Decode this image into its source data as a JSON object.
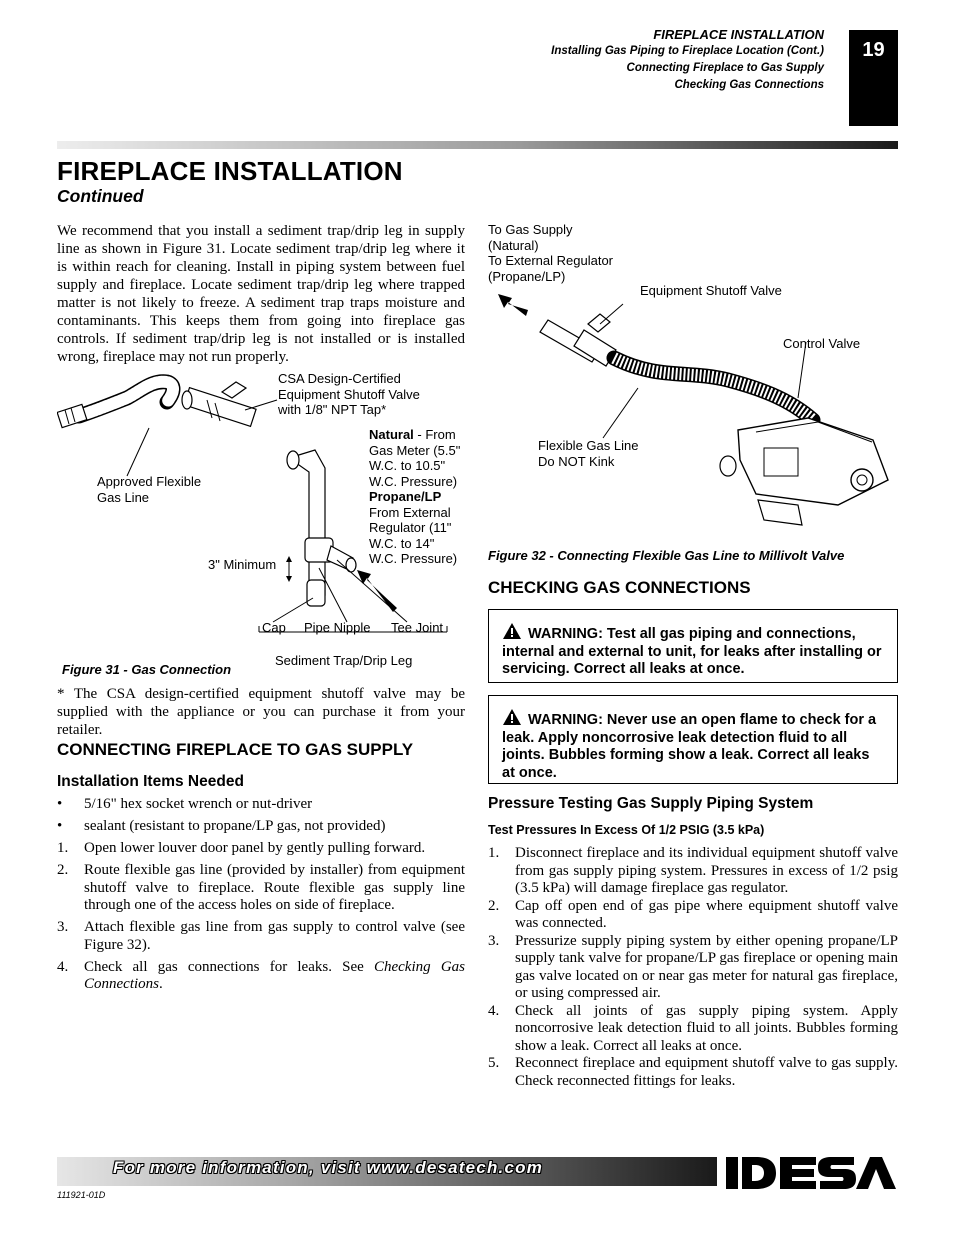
{
  "header": {
    "section": "FIREPLACE INSTALLATION",
    "line1": "Installing Gas Piping to Fireplace Location  (Cont.)",
    "line2": "Connecting Fireplace to Gas Supply",
    "line3": "Checking Gas Connections",
    "page_number": "19"
  },
  "title": "FIREPLACE INSTALLATION",
  "subtitle": "Continued",
  "intro": "We recommend that you install a sediment trap/drip leg in supply line as shown in Figure 31. Locate sediment trap/drip leg where it is within reach for cleaning. Install in piping system between fuel supply and fireplace. Locate sediment trap/drip leg where trapped matter is not likely to freeze. A sediment trap traps moisture and contaminants. This keeps them from going into fireplace gas controls. If sediment trap/drip leg is not installed or is installed wrong, fireplace may not run properly.",
  "figure31": {
    "label_valve_1": "CSA Design-Certified",
    "label_valve_2": "Equipment Shutoff Valve",
    "label_valve_3": "with 1/8\" NPT Tap*",
    "natural_bold": "Natural",
    "natural_1": " - From",
    "natural_2": "Gas Meter (5.5\"",
    "natural_3": "W.C. to 10.5\"",
    "natural_4": "W.C. Pressure)",
    "propane_bold": "Propane/LP",
    "propane_1": "From External",
    "propane_2": "Regulator (11\"",
    "propane_3": "W.C. to 14\"",
    "propane_4": "W.C. Pressure)",
    "flex_1": "Approved Flexible",
    "flex_2": "Gas Line",
    "minimum": "3\" Minimum",
    "cap": "Cap",
    "pipe_nipple": "Pipe Nipple",
    "tee_joint": "Tee Joint",
    "sediment": "Sediment Trap/Drip Leg",
    "caption": "Figure 31 - Gas Connection"
  },
  "footnote": "* The CSA design-certified equipment shutoff valve may be supplied with the appliance or you can purchase it from your retailer.",
  "section_connecting": "CONNECTING FIREPLACE TO GAS SUPPLY",
  "installation_items_heading": "Installation Items Needed",
  "installation_items": [
    {
      "marker": "•",
      "text": "5/16\" hex socket wrench or nut-driver"
    },
    {
      "marker": "•",
      "text": "sealant (resistant to propane/LP gas, not provided)"
    },
    {
      "marker": "1.",
      "text": "Open lower louver door panel by gently pulling forward."
    },
    {
      "marker": "2.",
      "text": "Route flexible gas line (provided by installer) from equipment shutoff valve to fireplace. Route flexible gas supply line through one of the access holes on side of fireplace."
    },
    {
      "marker": "3.",
      "text": "Attach flexible gas line from gas supply to control valve (see Figure 32)."
    },
    {
      "marker": "4.",
      "text": "Check all gas connections for leaks. See ",
      "italic": "Checking Gas Connections",
      "after": "."
    }
  ],
  "figure32": {
    "supply_1": "To Gas Supply",
    "supply_2": "(Natural)",
    "supply_3": "To External Regulator",
    "supply_4": "(Propane/LP)",
    "shutoff": "Equipment Shutoff Valve",
    "control": "Control Valve",
    "flex_1": "Flexible Gas Line",
    "flex_2": "Do NOT Kink",
    "caption": "Figure 32 - Connecting Flexible Gas Line to Millivolt Valve"
  },
  "section_checking": "CHECKING GAS CONNECTIONS",
  "warning1": "WARNING: Test all gas piping and connections, internal and external to unit, for leaks after installing or servicing. Correct all leaks at once.",
  "warning2": "WARNING: Never use an open flame to check for a leak. Apply noncorrosive leak detection fluid to all joints. Bubbles forming show a leak. Correct all leaks at once.",
  "pressure_heading": "Pressure Testing Gas Supply Piping System",
  "pressure_subheading": "Test Pressures In Excess Of 1/2 PSIG (3.5 kPa)",
  "pressure_steps": [
    {
      "marker": "1.",
      "text": "Disconnect fireplace and its individual equipment shutoff valve from gas supply piping system. Pressures in excess of 1/2 psig (3.5 kPa) will damage fireplace gas regulator."
    },
    {
      "marker": "2.",
      "text": "Cap off open end of gas pipe where equipment shutoff valve was connected."
    },
    {
      "marker": "3.",
      "text": "Pressurize supply piping system by either opening propane/LP supply tank valve for propane/LP gas fireplace or opening main gas valve located on or near gas meter for natural gas fireplace, or using compressed air."
    },
    {
      "marker": "4.",
      "text": "Check all joints of gas supply piping system. Apply noncorrosive leak detection fluid to all joints. Bubbles forming show a leak. Correct all leaks at once."
    },
    {
      "marker": "5.",
      "text": "Reconnect fireplace and equipment shutoff valve to gas supply. Check reconnected fittings for leaks."
    }
  ],
  "footer": {
    "text": "For more information, visit www.desatech.com",
    "doc_number": "111921-01D",
    "logo_text": "DESA"
  }
}
